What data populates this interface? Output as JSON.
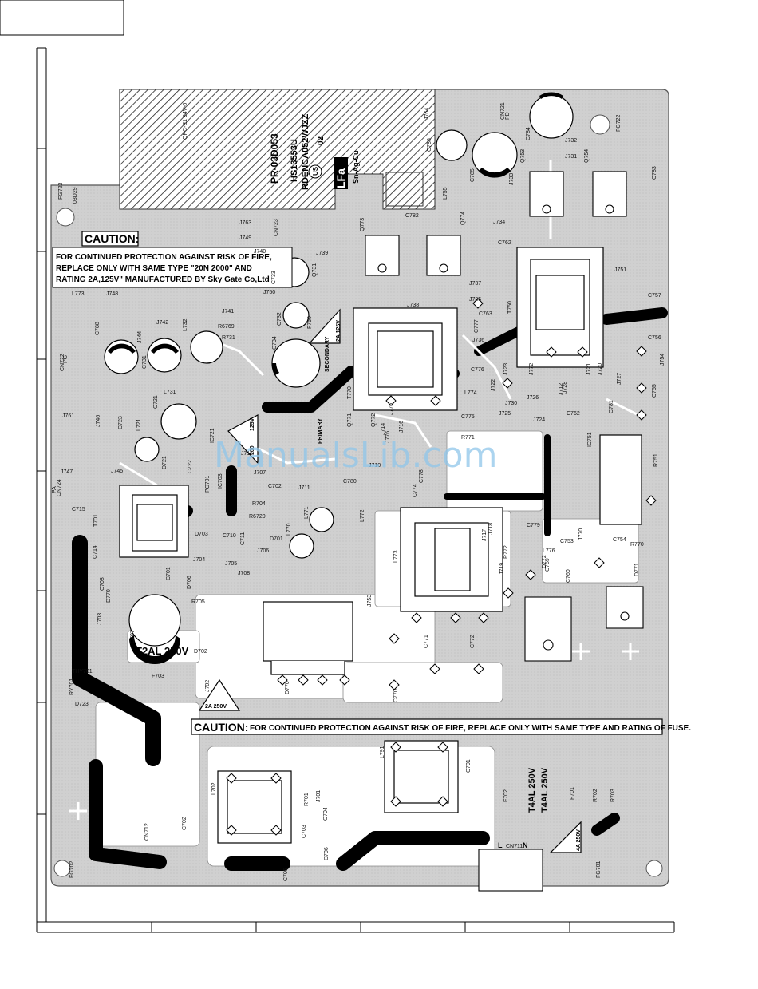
{
  "board": {
    "pcb_number": "PR-03D053",
    "part_numbers": [
      "HS13553U",
      "RDENCA052WJZZ"
    ],
    "revision": "02",
    "us_mark": "US",
    "lead_free_mark": "LFa",
    "alloy": "Sn-Ag-Cu",
    "inner_code": "QPC-E1 94V-0",
    "corner_code": "03D29"
  },
  "caution_top": {
    "heading": "CAUTION:",
    "line1": "FOR CONTINUED PROTECTION AGAINST  RISK OF FIRE,",
    "line2": "REPLACE ONLY WITH SAME  TYPE  \"20N 2000\" AND",
    "line3": "RATING 2A,125V\" MANUFACTURED BY Sky Gate Co,Ltd"
  },
  "caution_bottom": {
    "heading": "CAUTION:",
    "text": "FOR CONTINUED PROTECTION AGAINST RISK OF FIRE, REPLACE ONLY WITH SAME  TYPE AND RATING OF FUSE."
  },
  "fuse_labels": {
    "f703": "T2AL 250V",
    "f701a": "T4AL 250V",
    "f701b": "T4AL 250V",
    "warn_2a_250": "2A 250V",
    "warn_2a_125": "2A 125V",
    "warn_4a_250": "4A 250V",
    "warn_125v": "125V",
    "warn_100": "100"
  },
  "transformer_labels": {
    "secondary": "SECONDARY",
    "primary": "PRIMARY"
  },
  "watermark": "ManualsLib.com",
  "connector_labels": {
    "l": "L",
    "n": "N",
    "cn": "CN711"
  },
  "components": [
    {
      "id": "c1",
      "text": "J764"
    },
    {
      "id": "c2",
      "text": "CN721"
    },
    {
      "id": "c3",
      "text": "C784"
    },
    {
      "id": "c4",
      "text": "J732"
    },
    {
      "id": "c5",
      "text": "J731"
    },
    {
      "id": "c6",
      "text": "J733"
    },
    {
      "id": "c7",
      "text": "Q753"
    },
    {
      "id": "c8",
      "text": "Q754"
    },
    {
      "id": "c9",
      "text": "C783"
    },
    {
      "id": "c10",
      "text": "FG722"
    },
    {
      "id": "c11",
      "text": "C786"
    },
    {
      "id": "c12",
      "text": "C785"
    },
    {
      "id": "c13",
      "text": "L755"
    },
    {
      "id": "c14",
      "text": "FG723"
    },
    {
      "id": "c15",
      "text": "J763"
    },
    {
      "id": "c16",
      "text": "J749"
    },
    {
      "id": "c17",
      "text": "CN723"
    },
    {
      "id": "c18",
      "text": "Q773"
    },
    {
      "id": "c19",
      "text": "C782"
    },
    {
      "id": "c20",
      "text": "Q774"
    },
    {
      "id": "c21",
      "text": "J734"
    },
    {
      "id": "c22",
      "text": "C762"
    },
    {
      "id": "c23",
      "text": "J740"
    },
    {
      "id": "c24",
      "text": "J739"
    },
    {
      "id": "c25",
      "text": "Q731"
    },
    {
      "id": "c26",
      "text": "C733"
    },
    {
      "id": "c27",
      "text": "J751"
    },
    {
      "id": "c28",
      "text": "C757"
    },
    {
      "id": "c29",
      "text": "J750"
    },
    {
      "id": "c30",
      "text": "J738"
    },
    {
      "id": "c31",
      "text": "J735"
    },
    {
      "id": "c32",
      "text": "T750"
    },
    {
      "id": "c33",
      "text": "J748"
    },
    {
      "id": "c34",
      "text": "J742"
    },
    {
      "id": "c35",
      "text": "J741"
    },
    {
      "id": "c36",
      "text": "R6769"
    },
    {
      "id": "c37",
      "text": "R731"
    },
    {
      "id": "c38",
      "text": "C732"
    },
    {
      "id": "c39",
      "text": "F750"
    },
    {
      "id": "c40",
      "text": "C763"
    },
    {
      "id": "c41",
      "text": "C777"
    },
    {
      "id": "c42",
      "text": "C756"
    },
    {
      "id": "c43",
      "text": "C788"
    },
    {
      "id": "c44",
      "text": "J744"
    },
    {
      "id": "c45",
      "text": "C731"
    },
    {
      "id": "c46",
      "text": "L732"
    },
    {
      "id": "c47",
      "text": "C734"
    },
    {
      "id": "c48",
      "text": "J736"
    },
    {
      "id": "c49",
      "text": "J754"
    },
    {
      "id": "c50",
      "text": "CN722"
    },
    {
      "id": "c51",
      "text": "C776"
    },
    {
      "id": "c52",
      "text": "L773"
    },
    {
      "id": "c53",
      "text": "L731"
    },
    {
      "id": "c54",
      "text": "T770"
    },
    {
      "id": "c55",
      "text": "L774"
    },
    {
      "id": "c56",
      "text": "J725"
    },
    {
      "id": "c57",
      "text": "J727"
    },
    {
      "id": "c58",
      "text": "C755"
    },
    {
      "id": "c59",
      "text": "J761"
    },
    {
      "id": "c60",
      "text": "J746"
    },
    {
      "id": "c61",
      "text": "C723"
    },
    {
      "id": "c62",
      "text": "C721"
    },
    {
      "id": "c63",
      "text": "Q771"
    },
    {
      "id": "c64",
      "text": "Q772"
    },
    {
      "id": "c65",
      "text": "C775"
    },
    {
      "id": "c66",
      "text": "J724"
    },
    {
      "id": "c67",
      "text": "C762"
    },
    {
      "id": "c68",
      "text": "C781"
    },
    {
      "id": "c69",
      "text": "L721"
    },
    {
      "id": "c70",
      "text": "IC721"
    },
    {
      "id": "c71",
      "text": "R771"
    },
    {
      "id": "c72",
      "text": "IC751"
    },
    {
      "id": "c73",
      "text": "R751"
    },
    {
      "id": "c74",
      "text": "CN724"
    },
    {
      "id": "c75",
      "text": "J747"
    },
    {
      "id": "c76",
      "text": "J745"
    },
    {
      "id": "c77",
      "text": "D721"
    },
    {
      "id": "c78",
      "text": "C722"
    },
    {
      "id": "c79",
      "text": "PC701"
    },
    {
      "id": "c80",
      "text": "IC703"
    },
    {
      "id": "c81",
      "text": "J707"
    },
    {
      "id": "c82",
      "text": "C780"
    },
    {
      "id": "c83",
      "text": "C774"
    },
    {
      "id": "c84",
      "text": "C702"
    },
    {
      "id": "c85",
      "text": "J711"
    },
    {
      "id": "c86",
      "text": "R704"
    },
    {
      "id": "c87",
      "text": "R6720"
    },
    {
      "id": "c88",
      "text": "L771"
    },
    {
      "id": "c89",
      "text": "L772"
    },
    {
      "id": "c90",
      "text": "C715"
    },
    {
      "id": "c91",
      "text": "T701"
    },
    {
      "id": "c92",
      "text": "C779"
    },
    {
      "id": "c93",
      "text": "C753"
    },
    {
      "id": "c94",
      "text": "C754"
    },
    {
      "id": "c95",
      "text": "J717"
    },
    {
      "id": "c96",
      "text": "D703"
    },
    {
      "id": "c97",
      "text": "C710"
    },
    {
      "id": "c98",
      "text": "C711"
    },
    {
      "id": "c99",
      "text": "D701"
    },
    {
      "id": "c100",
      "text": "L770"
    },
    {
      "id": "c101",
      "text": "R772"
    },
    {
      "id": "c102",
      "text": "L776"
    },
    {
      "id": "c103",
      "text": "R770"
    },
    {
      "id": "c104",
      "text": "C714"
    },
    {
      "id": "c105",
      "text": "J704"
    },
    {
      "id": "c106",
      "text": "J706"
    },
    {
      "id": "c107",
      "text": "L773"
    },
    {
      "id": "c108",
      "text": "J719"
    },
    {
      "id": "c109",
      "text": "C769"
    },
    {
      "id": "c110",
      "text": "D770"
    },
    {
      "id": "c111",
      "text": "D771"
    },
    {
      "id": "c112",
      "text": "C708"
    },
    {
      "id": "c113",
      "text": "C701"
    },
    {
      "id": "c114",
      "text": "D706"
    },
    {
      "id": "c115",
      "text": "J705"
    },
    {
      "id": "c116",
      "text": "J703"
    },
    {
      "id": "c117",
      "text": "R705"
    },
    {
      "id": "c118",
      "text": "C707"
    },
    {
      "id": "c119",
      "text": "D702"
    },
    {
      "id": "c120",
      "text": "J753"
    },
    {
      "id": "c121",
      "text": "C771"
    },
    {
      "id": "c122",
      "text": "C772"
    },
    {
      "id": "c123",
      "text": "THY701"
    },
    {
      "id": "c124",
      "text": "F703"
    },
    {
      "id": "c125",
      "text": "D723"
    },
    {
      "id": "c126",
      "text": "RY701"
    },
    {
      "id": "c127",
      "text": "D770"
    },
    {
      "id": "c128",
      "text": "C770"
    },
    {
      "id": "c129",
      "text": "L791"
    },
    {
      "id": "c130",
      "text": "C701"
    },
    {
      "id": "c131",
      "text": "F702"
    },
    {
      "id": "c132",
      "text": "F701"
    },
    {
      "id": "c133",
      "text": "L702"
    },
    {
      "id": "c134",
      "text": "R701"
    },
    {
      "id": "c135",
      "text": "J701"
    },
    {
      "id": "c136",
      "text": "C702"
    },
    {
      "id": "c137",
      "text": "CN712"
    },
    {
      "id": "c138",
      "text": "C703"
    },
    {
      "id": "c139",
      "text": "C704"
    },
    {
      "id": "c140",
      "text": "C706"
    },
    {
      "id": "c141",
      "text": "R702"
    },
    {
      "id": "c142",
      "text": "R703"
    },
    {
      "id": "c143",
      "text": "FG702"
    },
    {
      "id": "c144",
      "text": "C705"
    },
    {
      "id": "c145",
      "text": "FG701"
    },
    {
      "id": "c146",
      "text": "J702"
    },
    {
      "id": "c147",
      "text": "J730"
    },
    {
      "id": "c148",
      "text": "C760"
    },
    {
      "id": "c149",
      "text": "J776"
    },
    {
      "id": "c150",
      "text": "J775"
    },
    {
      "id": "c151",
      "text": "C778"
    },
    {
      "id": "c152",
      "text": "J737"
    },
    {
      "id": "c153",
      "text": "J726"
    },
    {
      "id": "c154",
      "text": "J723"
    },
    {
      "id": "c155",
      "text": "J772"
    },
    {
      "id": "c156",
      "text": "J712"
    },
    {
      "id": "c157",
      "text": "D772"
    },
    {
      "id": "c158",
      "text": "J770"
    },
    {
      "id": "c159",
      "text": "J728"
    },
    {
      "id": "c160",
      "text": "J715"
    },
    {
      "id": "c161",
      "text": "J718"
    },
    {
      "id": "c162",
      "text": "J708"
    },
    {
      "id": "c163",
      "text": "J710"
    },
    {
      "id": "c164",
      "text": "J714"
    },
    {
      "id": "c165",
      "text": "J716"
    },
    {
      "id": "c166",
      "text": "J721"
    },
    {
      "id": "c167",
      "text": "J720"
    },
    {
      "id": "c168",
      "text": "J722"
    },
    {
      "id": "c169",
      "text": "PG"
    },
    {
      "id": "c170",
      "text": "PA"
    },
    {
      "id": "c171",
      "text": "PD"
    }
  ]
}
